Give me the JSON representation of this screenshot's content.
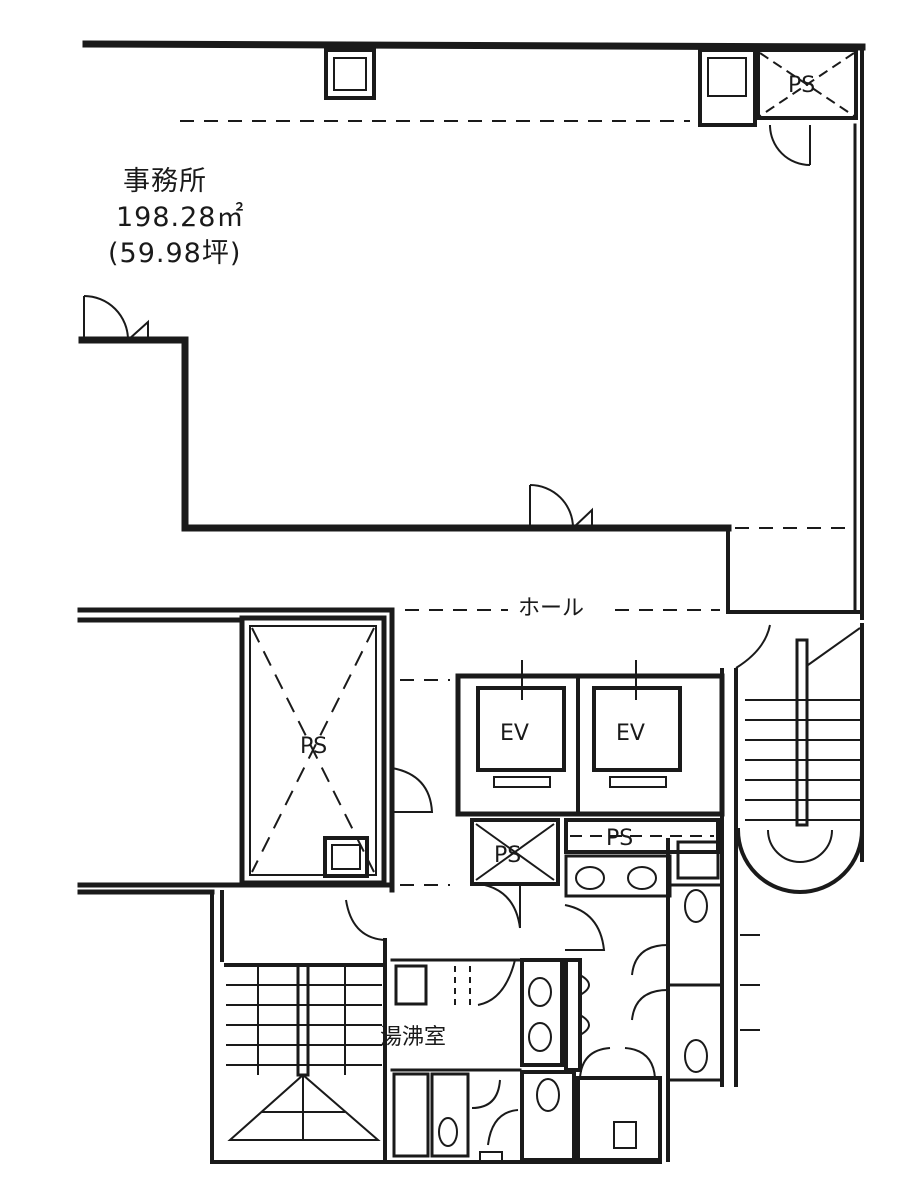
{
  "rooms": {
    "office": {
      "name": "事務所",
      "area_sqm": "198.28㎡",
      "area_tsubo": "(59.98坪)"
    },
    "hall": {
      "name": "ホール"
    },
    "kitchen": {
      "name": "湯沸室"
    },
    "pipe_shaft_main": {
      "label": "PS"
    },
    "pipe_shaft_top": {
      "label": "PS"
    },
    "pipe_shaft_mid": {
      "label": "PS"
    },
    "pipe_shaft_small": {
      "label": "PS"
    }
  },
  "elevators": [
    {
      "label": "EV"
    },
    {
      "label": "EV"
    }
  ]
}
